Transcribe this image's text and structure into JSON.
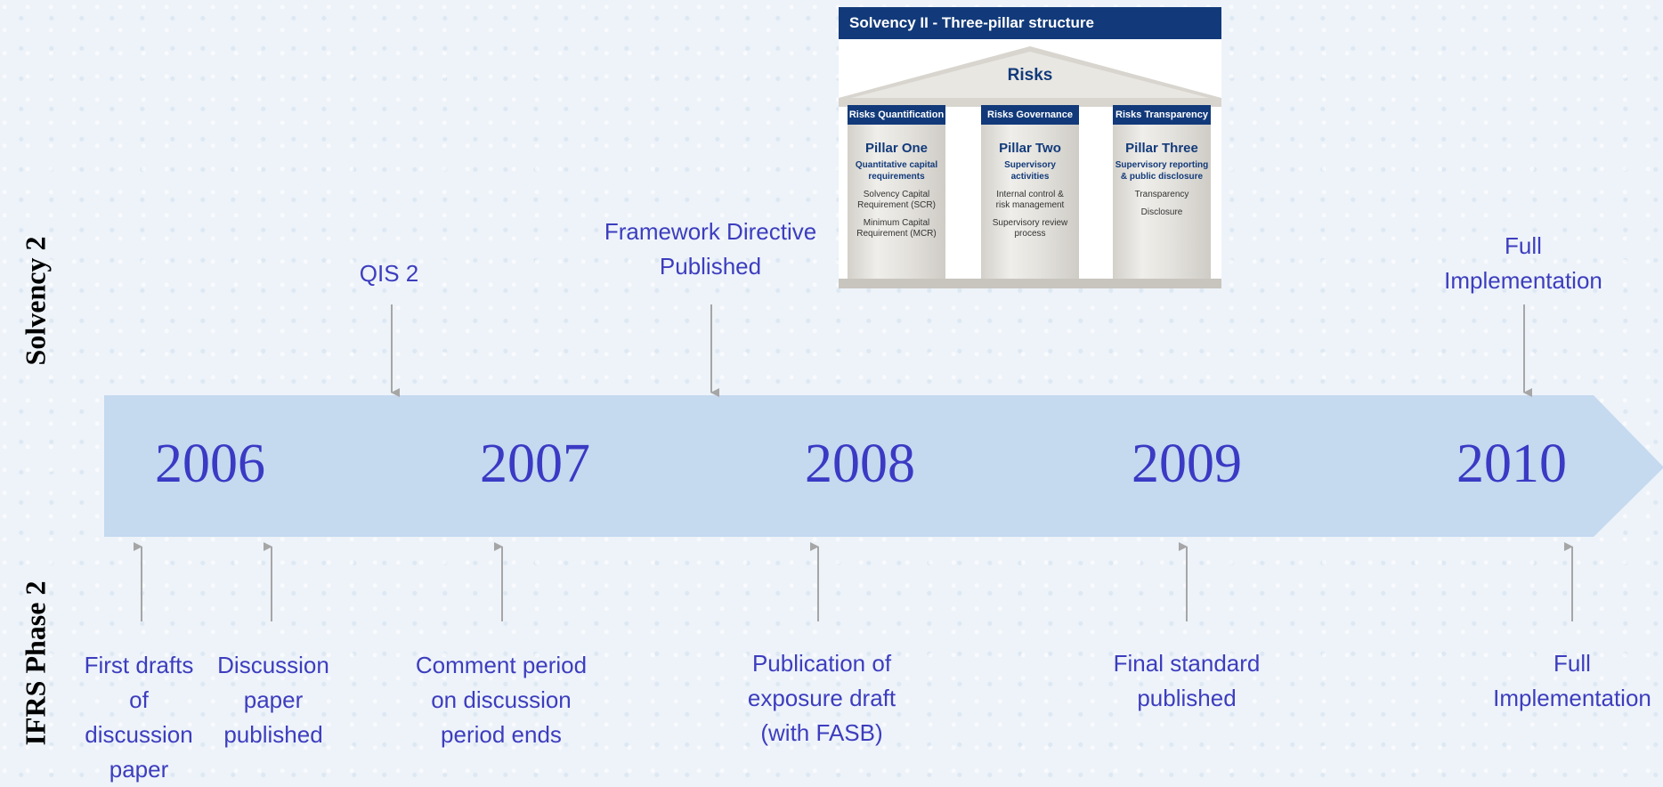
{
  "side_labels": {
    "top": "Solvency 2",
    "bottom": "IFRS Phase 2"
  },
  "years": [
    "2006",
    "2007",
    "2008",
    "2009",
    "2010"
  ],
  "solvency_events": [
    {
      "text": "QIS 2"
    },
    {
      "text": "Framework Directive\nPublished"
    },
    {
      "text": "Full\nImplementation"
    }
  ],
  "ifrs_events": [
    {
      "text": "First drafts\nof\ndiscussion\npaper"
    },
    {
      "text": "Discussion\npaper\npublished"
    },
    {
      "text": "Comment period\non discussion\nperiod ends"
    },
    {
      "text": "Publication of\nexposure draft\n(with FASB)"
    },
    {
      "text": "Final standard\npublished"
    },
    {
      "text": "Full\nImplementation"
    }
  ],
  "pillar_diagram": {
    "title": "Solvency II - Three-pillar structure",
    "roof": "Risks",
    "pillars": [
      {
        "header": "Risks Quantification",
        "name": "Pillar One",
        "subtitle": "Quantitative capital\nrequirements",
        "items": [
          "Solvency Capital\nRequirement (SCR)",
          "Minimum Capital\nRequirement (MCR)"
        ]
      },
      {
        "header": "Risks Governance",
        "name": "Pillar Two",
        "subtitle": "Supervisory\nactivities",
        "items": [
          "Internal control &\nrisk management",
          "Supervisory review\nprocess"
        ]
      },
      {
        "header": "Risks Transparency",
        "name": "Pillar Three",
        "subtitle": "Supervisory reporting\n& public disclosure",
        "items": [
          "Transparency",
          "Disclosure"
        ]
      }
    ]
  },
  "colors": {
    "arrow_band": "#c5d9ef",
    "year_text": "#3a3ac4",
    "event_text": "#3d3dbe",
    "connector": "#a6a6a6",
    "pillar_header": "#123a7a"
  }
}
